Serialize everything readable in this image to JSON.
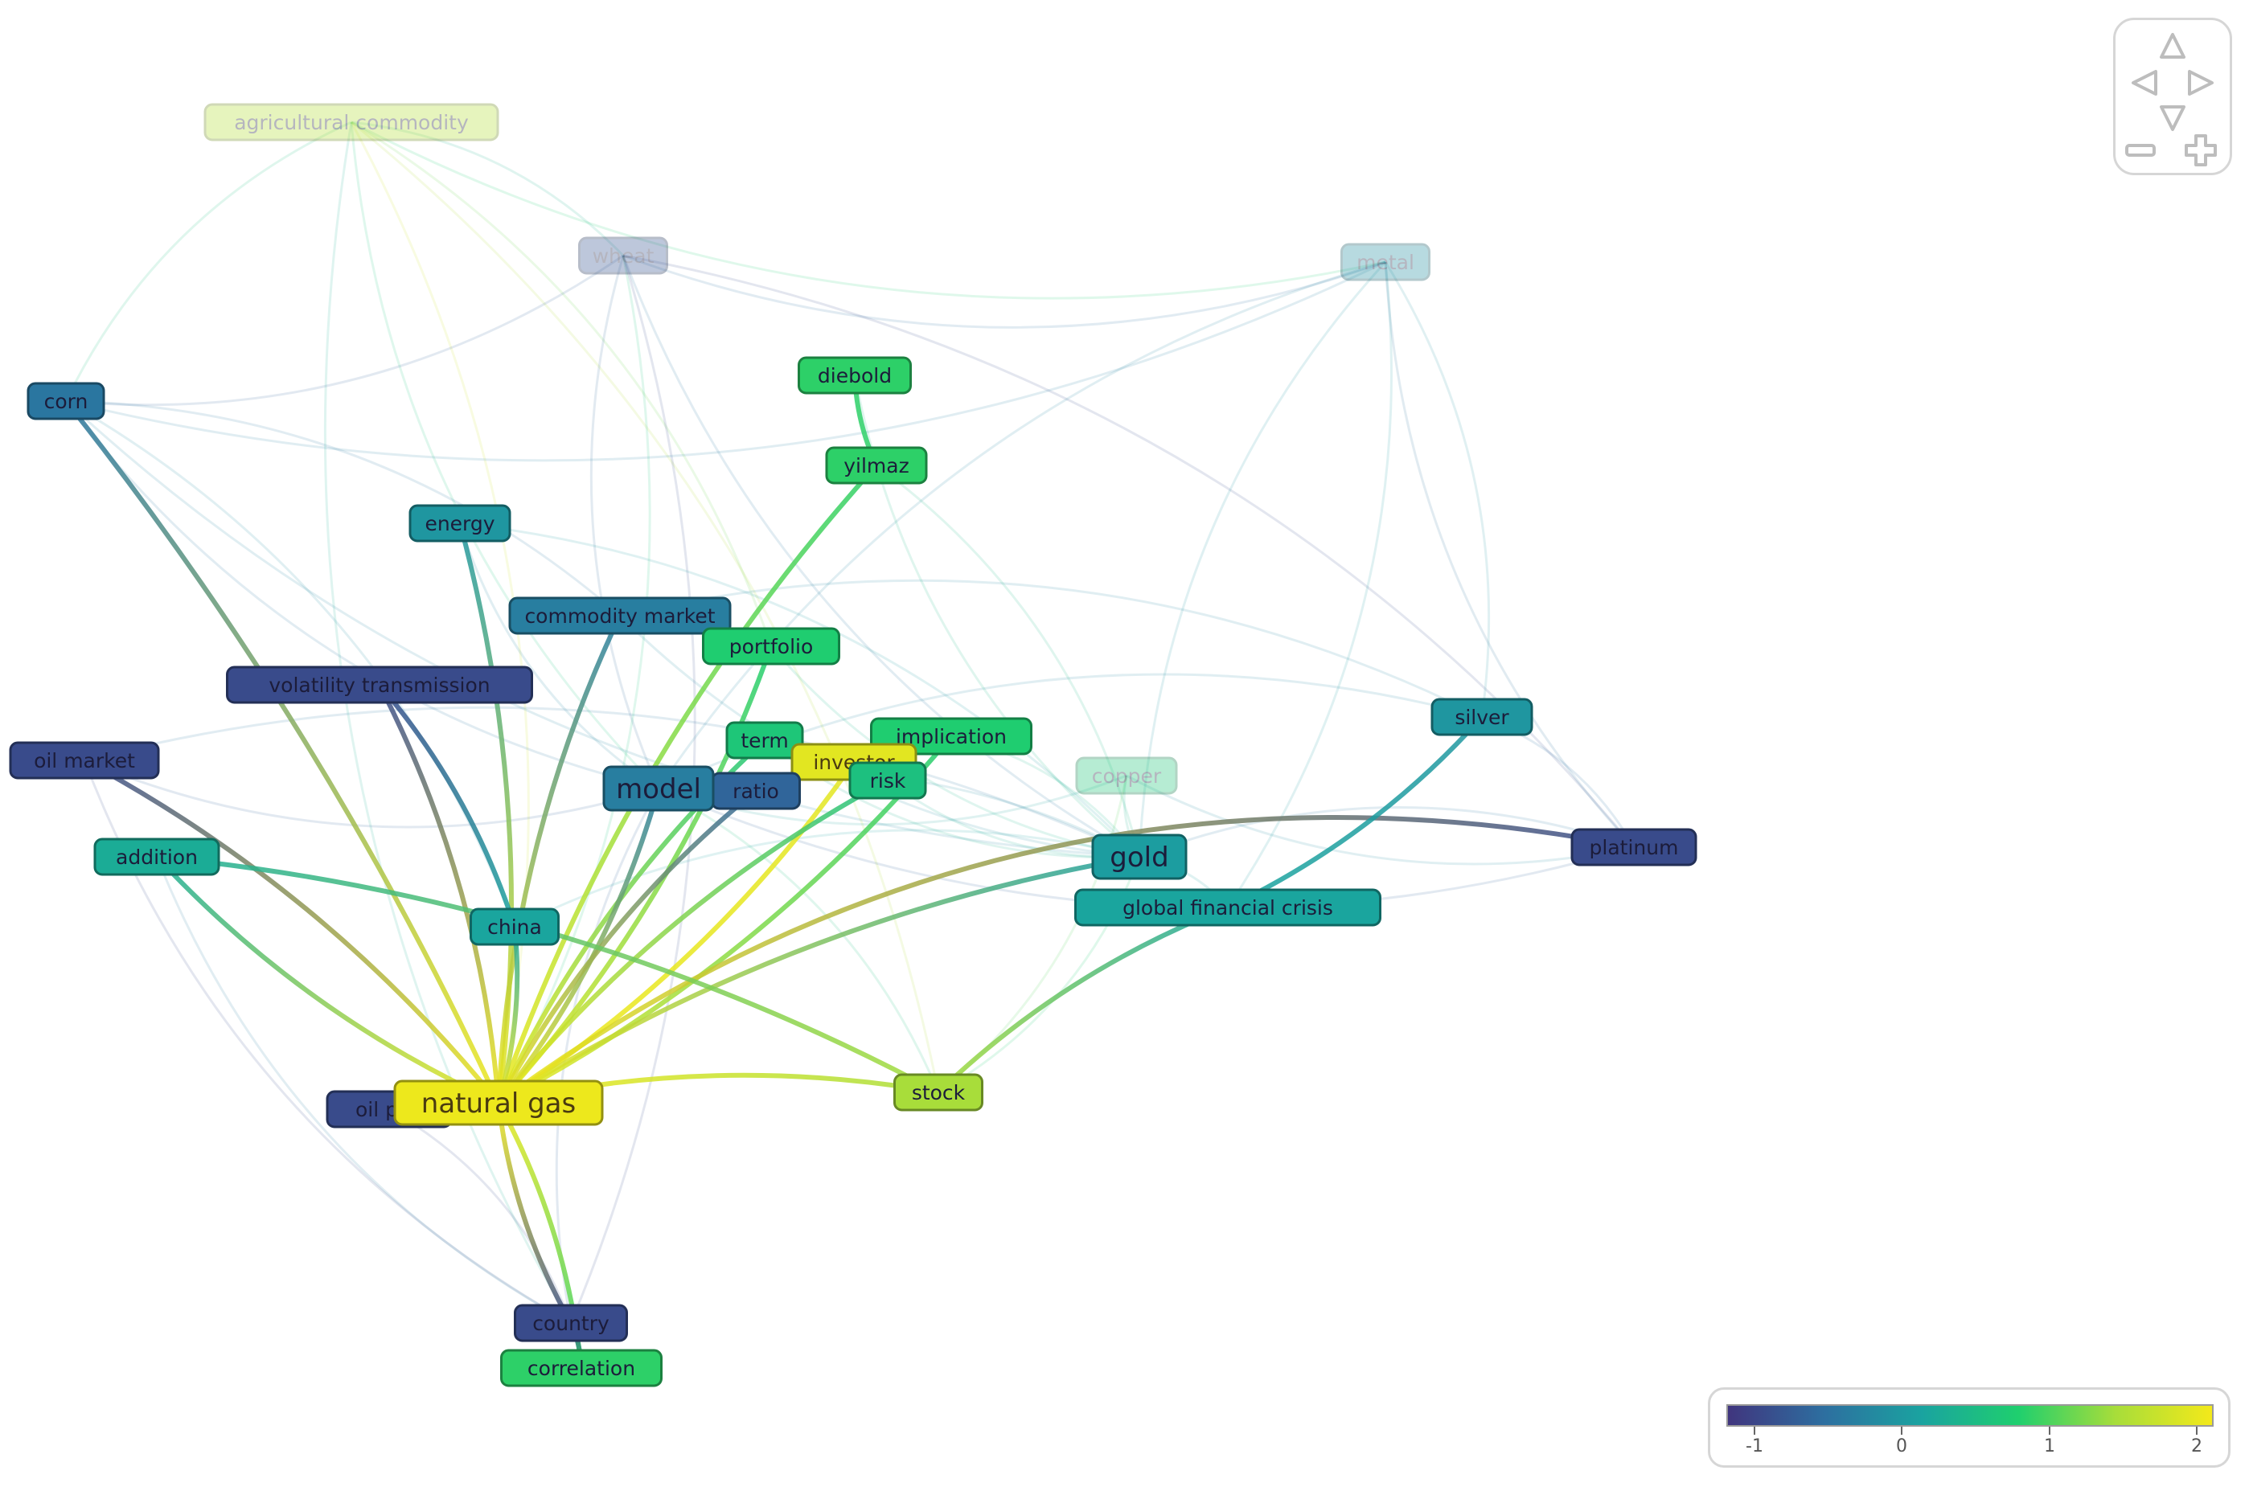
{
  "colors": {
    "background": "#ffffff",
    "scale": [
      "#40357e",
      "#2d6fa0",
      "#1aa3a0",
      "#1fcf6e",
      "#a7dd3a",
      "#f3e91a"
    ]
  },
  "network": {
    "nodes": [
      {
        "id": "agricultural-commodity",
        "label": "agricultural commodity",
        "score": 1.6,
        "faded": true
      },
      {
        "id": "wheat",
        "label": "wheat",
        "score": -0.8,
        "faded": true
      },
      {
        "id": "metal",
        "label": "metal",
        "score": -0.1,
        "faded": true
      },
      {
        "id": "copper",
        "label": "copper",
        "score": 0.7,
        "faded": true
      },
      {
        "id": "corn",
        "label": "corn",
        "score": -0.4
      },
      {
        "id": "diebold",
        "label": "diebold",
        "score": 0.9
      },
      {
        "id": "yilmaz",
        "label": "yilmaz",
        "score": 0.9
      },
      {
        "id": "energy",
        "label": "energy",
        "score": 0.0
      },
      {
        "id": "commodity-market",
        "label": "commodity market",
        "score": -0.3
      },
      {
        "id": "portfolio",
        "label": "portfolio",
        "score": 0.8
      },
      {
        "id": "volatility-transmission",
        "label": "volatility transmission",
        "score": -0.9
      },
      {
        "id": "oil-market",
        "label": "oil market",
        "score": -0.9
      },
      {
        "id": "term",
        "label": "term",
        "score": 0.7
      },
      {
        "id": "implication",
        "label": "implication",
        "score": 0.8
      },
      {
        "id": "investor",
        "label": "investor",
        "score": 2.0
      },
      {
        "id": "risk",
        "label": "risk",
        "score": 0.6
      },
      {
        "id": "ratio",
        "label": "ratio",
        "score": -0.6
      },
      {
        "id": "model",
        "label": "model",
        "score": -0.3
      },
      {
        "id": "silver",
        "label": "silver",
        "score": 0.0
      },
      {
        "id": "addition",
        "label": "addition",
        "score": 0.3
      },
      {
        "id": "gold",
        "label": "gold",
        "score": 0.1
      },
      {
        "id": "platinum",
        "label": "platinum",
        "score": -0.9
      },
      {
        "id": "global-financial-crisis",
        "label": "global financial crisis",
        "score": 0.2
      },
      {
        "id": "china",
        "label": "china",
        "score": 0.2
      },
      {
        "id": "stock",
        "label": "stock",
        "score": 1.5
      },
      {
        "id": "oil-price",
        "label": "oil pric",
        "score": -0.9
      },
      {
        "id": "natural-gas",
        "label": "natural gas",
        "score": 2.1
      },
      {
        "id": "country",
        "label": "country",
        "score": -0.9
      },
      {
        "id": "correlation",
        "label": "correlation",
        "score": 0.9
      }
    ],
    "strong_links": [
      [
        "natural-gas",
        "corn"
      ],
      [
        "natural-gas",
        "oil-market"
      ],
      [
        "natural-gas",
        "addition"
      ],
      [
        "natural-gas",
        "energy"
      ],
      [
        "natural-gas",
        "commodity-market"
      ],
      [
        "natural-gas",
        "portfolio"
      ],
      [
        "natural-gas",
        "yilmaz"
      ],
      [
        "natural-gas",
        "volatility-transmission"
      ],
      [
        "natural-gas",
        "term"
      ],
      [
        "natural-gas",
        "investor"
      ],
      [
        "natural-gas",
        "risk"
      ],
      [
        "natural-gas",
        "model"
      ],
      [
        "natural-gas",
        "ratio"
      ],
      [
        "natural-gas",
        "implication"
      ],
      [
        "natural-gas",
        "gold"
      ],
      [
        "natural-gas",
        "china"
      ],
      [
        "natural-gas",
        "stock"
      ],
      [
        "natural-gas",
        "oil-price"
      ],
      [
        "natural-gas",
        "platinum"
      ],
      [
        "natural-gas",
        "country"
      ],
      [
        "natural-gas",
        "correlation"
      ],
      [
        "diebold",
        "yilmaz"
      ],
      [
        "stock",
        "global-financial-crisis"
      ],
      [
        "global-financial-crisis",
        "silver"
      ],
      [
        "volatility-transmission",
        "china"
      ],
      [
        "correlation",
        "country"
      ],
      [
        "addition",
        "stock"
      ]
    ],
    "faint_links": [
      [
        "agricultural-commodity",
        "wheat"
      ],
      [
        "agricultural-commodity",
        "corn"
      ],
      [
        "agricultural-commodity",
        "natural-gas"
      ],
      [
        "agricultural-commodity",
        "model"
      ],
      [
        "agricultural-commodity",
        "portfolio"
      ],
      [
        "agricultural-commodity",
        "country"
      ],
      [
        "agricultural-commodity",
        "stock"
      ],
      [
        "agricultural-commodity",
        "metal"
      ],
      [
        "wheat",
        "corn"
      ],
      [
        "wheat",
        "model"
      ],
      [
        "wheat",
        "natural-gas"
      ],
      [
        "wheat",
        "gold"
      ],
      [
        "wheat",
        "country"
      ],
      [
        "wheat",
        "metal"
      ],
      [
        "wheat",
        "platinum"
      ],
      [
        "metal",
        "gold"
      ],
      [
        "metal",
        "silver"
      ],
      [
        "metal",
        "platinum"
      ],
      [
        "metal",
        "corn"
      ],
      [
        "metal",
        "model"
      ],
      [
        "metal",
        "global-financial-crisis"
      ],
      [
        "copper",
        "gold"
      ],
      [
        "copper",
        "model"
      ],
      [
        "copper",
        "platinum"
      ],
      [
        "copper",
        "stock"
      ],
      [
        "corn",
        "model"
      ],
      [
        "corn",
        "commodity-market"
      ],
      [
        "corn",
        "gold"
      ],
      [
        "corn",
        "china"
      ],
      [
        "energy",
        "model"
      ],
      [
        "energy",
        "gold"
      ],
      [
        "commodity-market",
        "gold"
      ],
      [
        "commodity-market",
        "silver"
      ],
      [
        "oil-market",
        "model"
      ],
      [
        "oil-market",
        "gold"
      ],
      [
        "oil-market",
        "country"
      ],
      [
        "silver",
        "platinum"
      ],
      [
        "silver",
        "model"
      ],
      [
        "gold",
        "platinum"
      ],
      [
        "gold",
        "model"
      ],
      [
        "gold",
        "global-financial-crisis"
      ],
      [
        "model",
        "country"
      ],
      [
        "model",
        "stock"
      ],
      [
        "portfolio",
        "gold"
      ],
      [
        "yilmaz",
        "gold"
      ],
      [
        "diebold",
        "gold"
      ],
      [
        "platinum",
        "model"
      ],
      [
        "addition",
        "country"
      ],
      [
        "oil-price",
        "country"
      ],
      [
        "risk",
        "gold"
      ],
      [
        "implication",
        "gold"
      ],
      [
        "term",
        "gold"
      ],
      [
        "china",
        "gold"
      ],
      [
        "stock",
        "gold"
      ]
    ]
  },
  "legend": {
    "ticks": [
      "-1",
      "0",
      "1",
      "2"
    ],
    "min": -1.15,
    "max": 2.15
  },
  "navigation": {
    "controls": [
      "pan-up",
      "pan-left",
      "pan-right",
      "pan-down",
      "zoom-out",
      "zoom-in"
    ]
  }
}
